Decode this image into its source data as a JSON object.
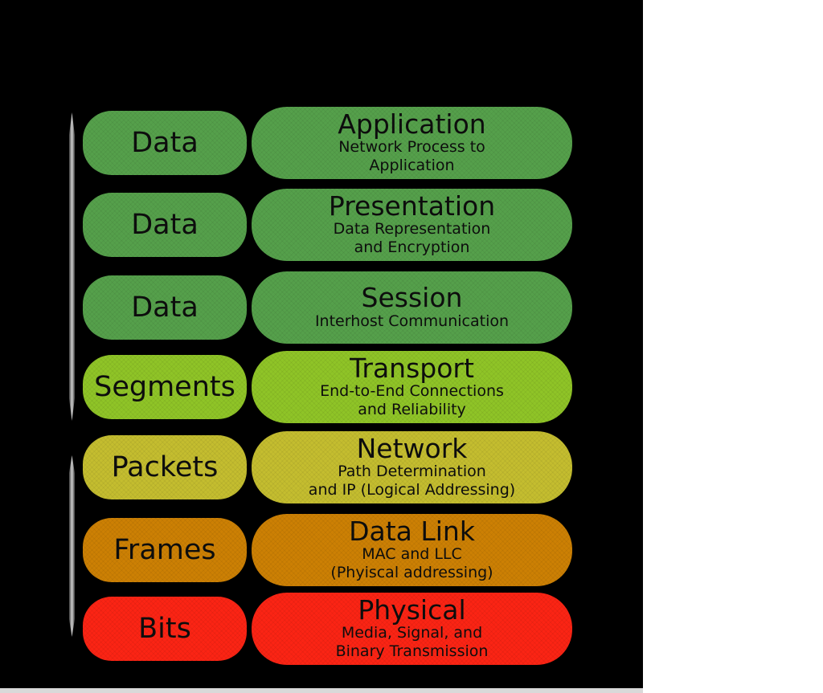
{
  "page": {
    "canvas_background": "#000000",
    "right_margin_background": "#ffffff",
    "bottom_strip_color": "#d9d9d9",
    "text_color": "#0d0d0d"
  },
  "decorations": {
    "upper_line": {
      "color_center": "#cfcfcf",
      "color_edge": "#3f3f3f"
    },
    "lower_line": {
      "color_center": "#cfcfcf",
      "color_edge": "#3f3f3f"
    }
  },
  "layers": [
    {
      "id": "application",
      "unit": "Data",
      "name": "Application",
      "description": "Network Process to\nApplication",
      "color": "#55a04b"
    },
    {
      "id": "presentation",
      "unit": "Data",
      "name": "Presentation",
      "description": "Data Representation\nand Encryption",
      "color": "#55a04b"
    },
    {
      "id": "session",
      "unit": "Data",
      "name": "Session",
      "description": "Interhost Communication",
      "color": "#55a04b"
    },
    {
      "id": "transport",
      "unit": "Segments",
      "name": "Transport",
      "description": "End-to-End Connections\nand Reliability",
      "color": "#8fc427"
    },
    {
      "id": "network",
      "unit": "Packets",
      "name": "Network",
      "description": "Path Determination\nand IP (Logical Addressing)",
      "color": "#c4bd2f"
    },
    {
      "id": "data-link",
      "unit": "Frames",
      "name": "Data Link",
      "description": "MAC and LLC\n(Phyiscal addressing)",
      "color": "#cc8004"
    },
    {
      "id": "physical",
      "unit": "Bits",
      "name": "Physical",
      "description": "Media, Signal, and\nBinary Transmission",
      "color": "#fb2414"
    }
  ]
}
